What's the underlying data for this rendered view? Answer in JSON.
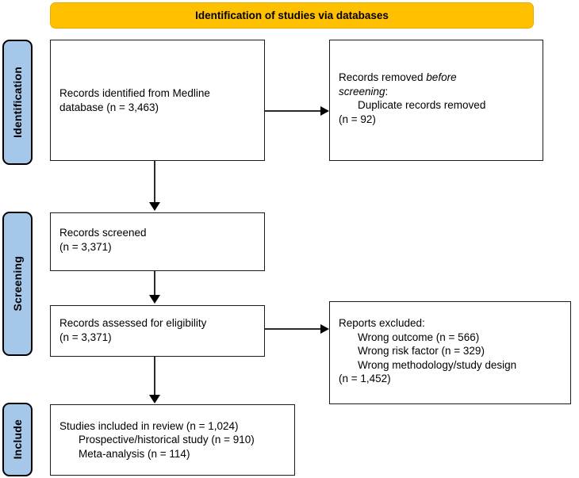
{
  "diagram": {
    "title": "Identification of studies via databases",
    "type": "prisma-flow-diagram"
  },
  "banner": {
    "label": "Identification of studies via databases",
    "color": "#ffc000"
  },
  "phases": [
    {
      "key": "identification",
      "label": "Identification",
      "color": "#a5c7ea"
    },
    {
      "key": "screening",
      "label": "Screening",
      "color": "#a5c7ea"
    },
    {
      "key": "include",
      "label": "Include",
      "color": "#a5c7ea"
    }
  ],
  "boxes": {
    "records_identified": {
      "line1": "Records identified from Medline",
      "line2": "database (n = 3,463)",
      "count": 3463
    },
    "records_removed": {
      "line1_prefix": "Records removed ",
      "line1_italic": "before",
      "line2_italic": "screening",
      "line2_suffix": ":",
      "line3": "Duplicate records removed",
      "line4": "(n = 92)",
      "count": 92
    },
    "records_screened": {
      "line1": "Records screened",
      "line2": "(n = 3,371)",
      "count": 3371
    },
    "records_assessed": {
      "line1": "Records assessed for eligibility",
      "line2": "(n = 3,371)",
      "count": 3371
    },
    "reports_excluded": {
      "line1": "Reports excluded:",
      "line2": "Wrong outcome (n = 566)",
      "line3": "Wrong risk factor (n = 329)",
      "line4": "Wrong methodology/study design",
      "line5": "(n = 1,452)",
      "wrong_outcome": 566,
      "wrong_risk_factor": 329,
      "wrong_methodology": 1452
    },
    "studies_included": {
      "line1": "Studies included in review (n = 1,024)",
      "line2": "Prospective/historical study (n = 910)",
      "line3": "Meta-analysis (n = 114)",
      "total": 1024,
      "prospective_historical": 910,
      "meta_analysis": 114
    }
  }
}
